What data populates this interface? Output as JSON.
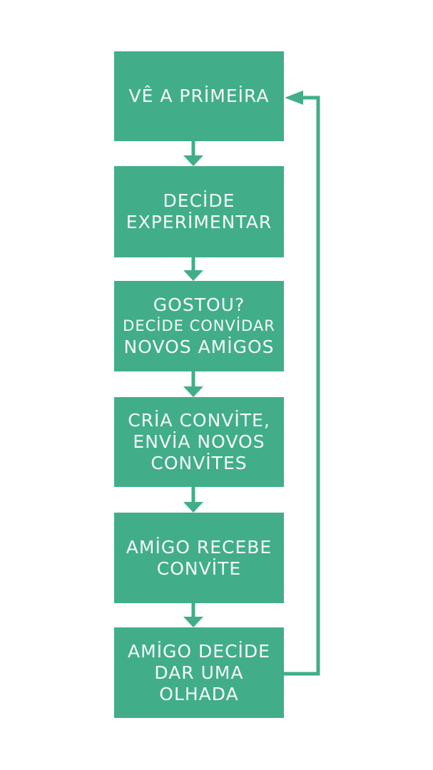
{
  "colors": {
    "accent": "#41ae89",
    "node_fill": "#41ae89",
    "node_text": "#f6faf8",
    "background": "#ffffff"
  },
  "flowchart": {
    "title": "invite-loop-flowchart",
    "nodes": [
      {
        "id": "node-1",
        "lines": [
          "VÊ A PRİMEİRA"
        ]
      },
      {
        "id": "node-2",
        "lines": [
          "DECİDE",
          "EXPERİMENTAR"
        ]
      },
      {
        "id": "node-3",
        "lines": [
          "GOSTOU?",
          "DECİDE CONVİDAR",
          "NOVOS AMİGOS"
        ]
      },
      {
        "id": "node-4",
        "lines": [
          "CRİA CONVİTE,",
          "ENVİA NOVOS",
          "CONVİTES"
        ]
      },
      {
        "id": "node-5",
        "lines": [
          "AMİGO RECEBE",
          "CONVİTE"
        ]
      },
      {
        "id": "node-6",
        "lines": [
          "AMİGO DECİDE",
          "DAR UMA",
          "OLHADA"
        ]
      }
    ],
    "edges": [
      {
        "from": "node-1",
        "to": "node-2",
        "type": "down-arrow"
      },
      {
        "from": "node-2",
        "to": "node-3",
        "type": "down-arrow"
      },
      {
        "from": "node-3",
        "to": "node-4",
        "type": "down-arrow"
      },
      {
        "from": "node-4",
        "to": "node-5",
        "type": "down-arrow"
      },
      {
        "from": "node-5",
        "to": "node-6",
        "type": "down-arrow"
      },
      {
        "from": "node-6",
        "to": "node-1",
        "type": "feedback-loop-right"
      }
    ]
  }
}
